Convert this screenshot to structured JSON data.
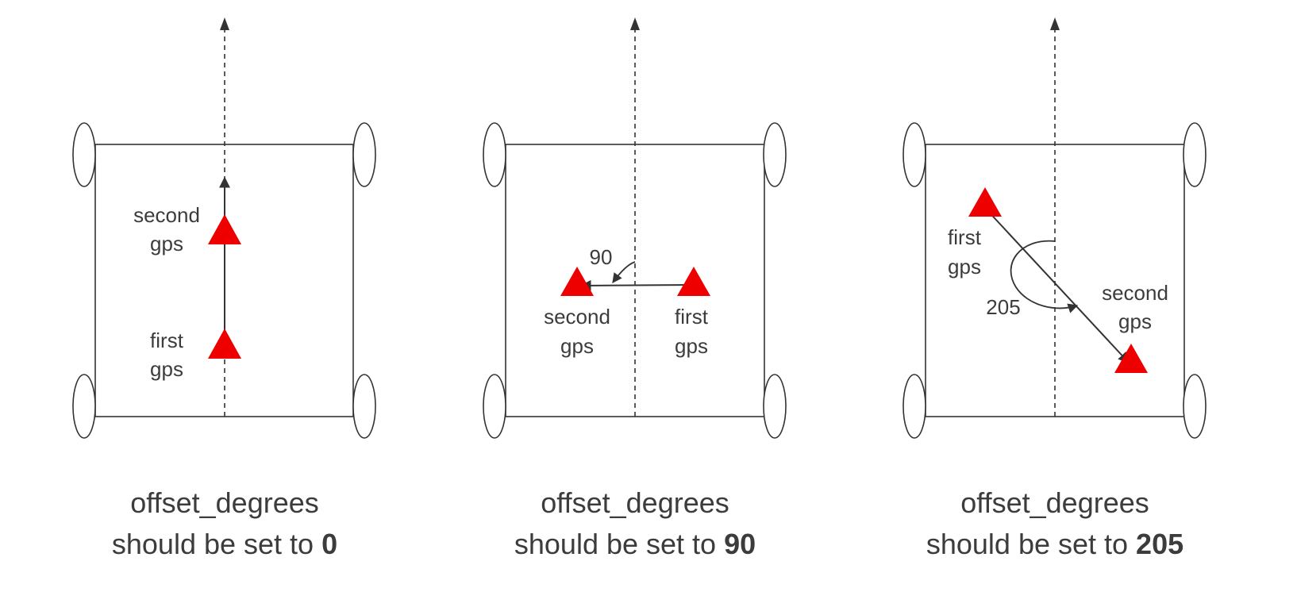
{
  "panels": [
    {
      "label_second": [
        "second",
        "gps"
      ],
      "label_first": [
        "first",
        "gps"
      ],
      "caption_line1": "offset_degrees",
      "caption_prefix": "should be set to ",
      "caption_value": "0"
    },
    {
      "angle_label": "90",
      "label_second": [
        "second",
        "gps"
      ],
      "label_first": [
        "first",
        "gps"
      ],
      "caption_line1": "offset_degrees",
      "caption_prefix": "should be set to ",
      "caption_value": "90"
    },
    {
      "angle_label": "205",
      "label_first": [
        "first",
        "gps"
      ],
      "label_second": [
        "second",
        "gps"
      ],
      "caption_line1": "offset_degrees",
      "caption_prefix": "should be set to ",
      "caption_value": "205"
    }
  ],
  "colors": {
    "line": "#333333",
    "gps_marker": "#ee0000",
    "text": "#3c3c3c"
  }
}
